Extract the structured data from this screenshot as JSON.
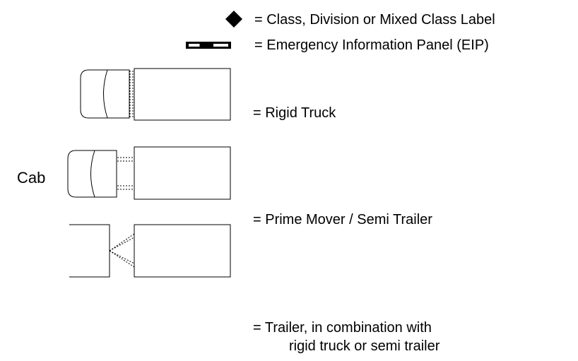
{
  "legend": {
    "label_symbol": "= Class, Division or Mixed Class Label",
    "eip_symbol": "= Emergency Information Panel (EIP)",
    "rigid_truck": "= Rigid Truck",
    "prime_mover": "= Prime Mover / Semi Trailer",
    "trailer_line1": "= Trailer, in combination with",
    "trailer_line2": "rigid truck or semi trailer"
  },
  "cab_label": "Cab",
  "icons": {
    "label_symbol": "diamond-icon",
    "eip_symbol": "eip-panel-icon",
    "rigid_truck": "rigid-truck-icon",
    "prime_mover_cab": "prime-mover-cab-icon",
    "semi_trailer": "semi-trailer-icon"
  }
}
